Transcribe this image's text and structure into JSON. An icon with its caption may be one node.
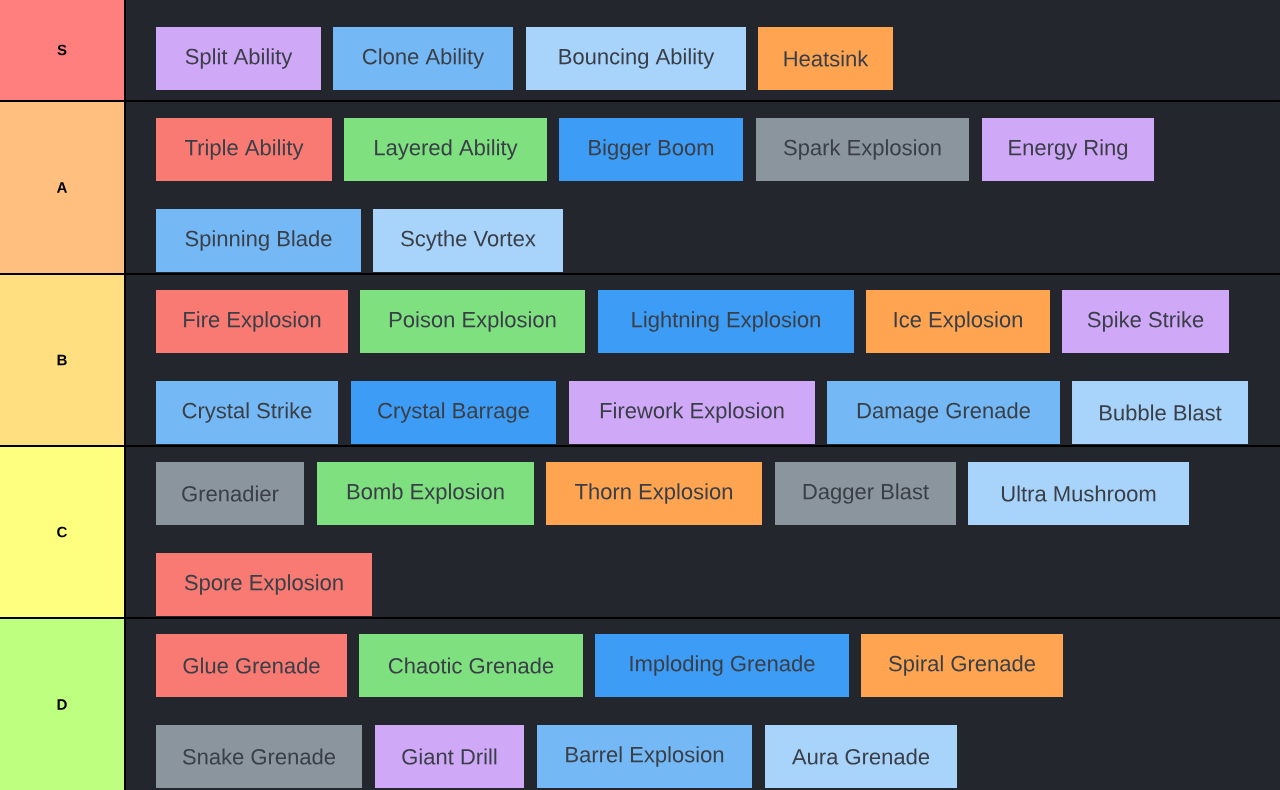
{
  "diagram": {
    "nodes": [
      {
        "text": [
          "S"
        ]
      },
      {
        "text": [
          "Split Ability"
        ],
        "in": 0
      },
      {
        "text": [
          "Clone Ability"
        ],
        "in": 0
      },
      {
        "text": [
          "Bouncing Ability"
        ],
        "in": 0
      },
      {
        "text": [
          "Heatsink"
        ],
        "in": 0
      },
      {
        "text": [
          "A"
        ]
      },
      {
        "text": [
          "Triple Ability"
        ],
        "in": 5
      },
      {
        "text": [
          "Layered Ability"
        ],
        "in": 5
      },
      {
        "text": [
          "Bigger Boom"
        ],
        "in": 5
      },
      {
        "text": [
          "Spark Explosion"
        ],
        "in": 5
      },
      {
        "text": [
          "Energy Ring"
        ],
        "in": 5
      },
      {
        "text": [
          "Spinning Blade"
        ],
        "in": 5
      },
      {
        "text": [
          "Scythe Vortex"
        ],
        "in": 5
      },
      {
        "text": [
          "B"
        ]
      },
      {
        "text": [
          "Fire Explosion"
        ],
        "in": 13
      },
      {
        "text": [
          "Poison Explosion"
        ],
        "in": 13
      },
      {
        "text": [
          "Lightning Explosion"
        ],
        "in": 13
      },
      {
        "text": [
          "Ice Explosion"
        ],
        "in": 13
      },
      {
        "text": [
          "Spike Strike"
        ],
        "in": 13
      },
      {
        "text": [
          "Crystal Strike"
        ],
        "in": 13
      },
      {
        "text": [
          "Crystal Barrage"
        ],
        "in": 13
      },
      {
        "text": [
          "Firework Explosion"
        ],
        "in": 13
      },
      {
        "text": [
          "Damage Grenade"
        ],
        "in": 13
      },
      {
        "text": [
          "Bubble Blast"
        ],
        "in": 13
      },
      {
        "text": [
          "C"
        ]
      },
      {
        "text": [
          "Grenadier"
        ],
        "in": 24
      },
      {
        "text": [
          "Bomb Explosion"
        ],
        "in": 24
      },
      {
        "text": [
          "Thorn Explosion"
        ],
        "in": 24
      },
      {
        "text": [
          "Dagger Blast"
        ],
        "in": 24
      },
      {
        "text": [
          "Ultra Mushroom"
        ],
        "in": 24
      },
      {
        "text": [
          "Spore Explosion"
        ],
        "in": 24
      },
      {
        "text": [
          "D"
        ]
      },
      {
        "text": [
          "Glue Grenade"
        ],
        "in": 31
      },
      {
        "text": [
          "Chaotic Grenade"
        ],
        "in": 31
      },
      {
        "text": [
          "Imploding Grenade"
        ],
        "in": 31
      },
      {
        "text": [
          "Spiral Grenade"
        ],
        "in": 31
      },
      {
        "text": [
          "Snake Grenade"
        ],
        "in": 31
      },
      {
        "text": [
          "Giant Drill"
        ],
        "in": 31
      },
      {
        "text": [
          "Barrel Explosion"
        ],
        "in": 31
      },
      {
        "text": [
          "Aura Grenade"
        ],
        "in": 31
      }
    ]
  }
}
